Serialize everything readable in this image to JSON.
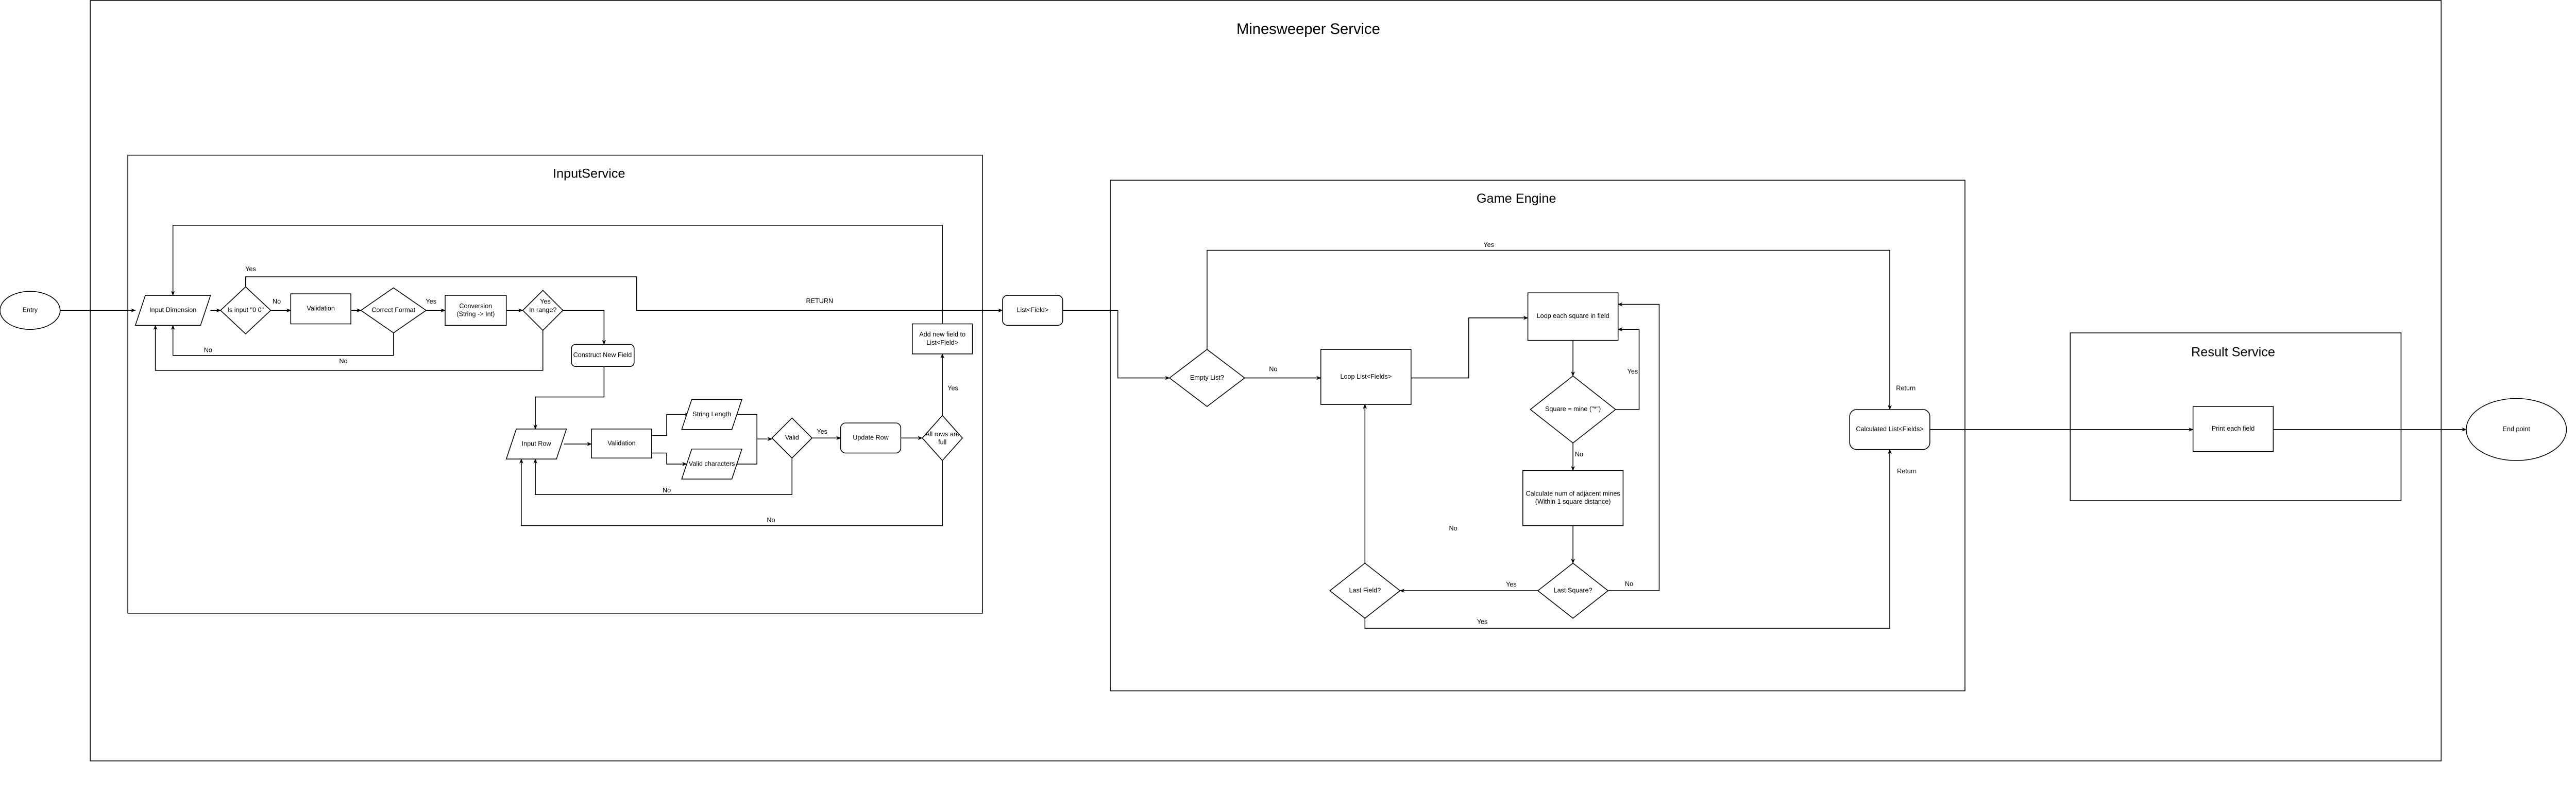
{
  "titles": {
    "main": "Minesweeper Service",
    "input_service": "InputService",
    "game_engine": "Game Engine",
    "result_service": "Result Service"
  },
  "nodes": {
    "entry": "Entry",
    "input_dimension": "Input Dimension",
    "is_input_00": "Is  input \"0 0\"",
    "validation_dim": "Validation",
    "correct_format": "Correct Format",
    "conversion_1": "Conversion",
    "conversion_2": "(String -> Int)",
    "in_range": "In range?",
    "construct_field": "Construct New Field",
    "add_field_1": "Add new field to",
    "add_field_2": "List<Field>",
    "list_field": "List<Field>",
    "input_row": "Input Row",
    "validation_row": "Validation",
    "string_length": "String Length",
    "valid_chars": "Valid characters",
    "valid": "Valid",
    "update_row": "Update Row",
    "all_rows_1": "All rows are",
    "all_rows_2": "full",
    "empty_list": "Empty List?",
    "loop_list": "Loop List<Fields>",
    "loop_square": "Loop each square in field",
    "square_mine": "Square = mine (\"*\")",
    "calc_1": "Calculate num of adjacent mines",
    "calc_2": "(Within 1 square distance)",
    "last_square": "Last Square?",
    "last_field": "Last Field?",
    "calculated_list": "Calculated List<Fields>",
    "print_field": "Print each field",
    "end_point": "End point"
  },
  "edge_labels": {
    "is00_yes": "Yes",
    "is00_no": "No",
    "format_yes": "Yes",
    "format_no": "No",
    "range_yes": "Yes",
    "range_no": "No",
    "return": "RETURN",
    "valid_yes": "Yes",
    "valid_no": "No",
    "rows_yes": "Yes",
    "rows_no": "No",
    "empty_no": "No",
    "empty_yes": "Yes",
    "mine_yes": "Yes",
    "mine_no": "No",
    "last_square_no": "No",
    "last_square_yes": "Yes",
    "last_field_no": "No",
    "last_field_yes": "Yes",
    "return_top": "Return",
    "return_bottom": "Return"
  }
}
